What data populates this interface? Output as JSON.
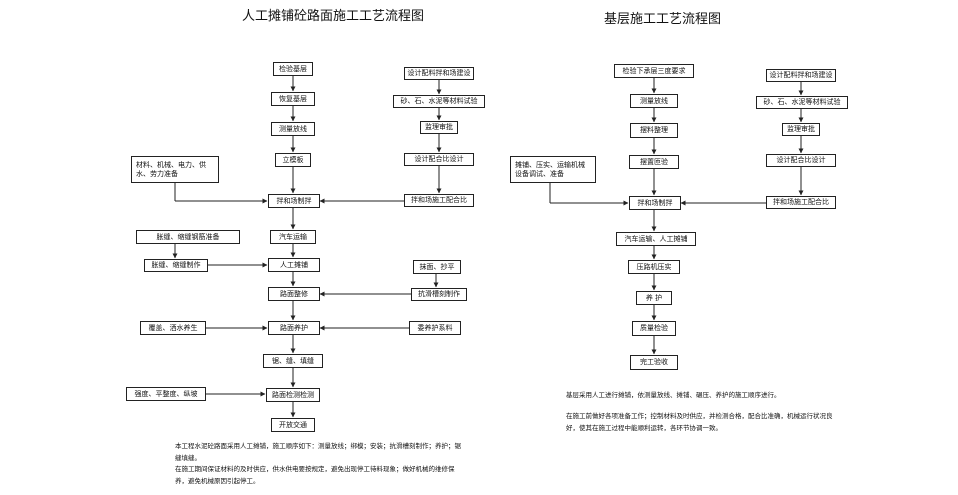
{
  "left": {
    "title": "人工摊铺砼路面施工工艺流程图",
    "main": [
      "检验基层",
      "恢复基层",
      "测量放线",
      "立模板",
      "拌和场制拌",
      "汽车运输",
      "人工摊铺",
      "路面整修",
      "路面养护",
      "锯、缝、填缝",
      "路面检测检测",
      "开放交通"
    ],
    "right": [
      "设计配料拌和场建设",
      "砂、石、水泥等材料试验",
      "监理审批",
      "设计配合比设计",
      "拌和场施工配合比"
    ],
    "side": [
      "材料、机械、电力、供水、劳力准备",
      "胀缝、缩缝钢筋准备",
      "胀缝、缩缝制作",
      "覆盖、洒水养生",
      "强度、平整度、纵坡"
    ],
    "side_right": [
      "抹面、抄平",
      "抗滑槽刻制作",
      "委养护系料"
    ],
    "note": [
      "本工程水泥砼路面采用人工摊铺，施工顺序如下：测量放线；绑模；安装；抗滑槽刻制作；养护；锯缝填缝。",
      "在施工期间保证材料的及时供应，供水供电要按规定，避免出现停工待料现象；做好机械的维修保养，避免机械原因引起停工。"
    ]
  },
  "right": {
    "title": "基层施工工艺流程图",
    "main": [
      "检验下承层三度要求",
      "测量放线",
      "摆料整理",
      "摆置匝验",
      "拌和场制拌",
      "汽车运输、人工摊铺",
      "压路机压实",
      "养   护",
      "质量检验",
      "完工验收"
    ],
    "right": [
      "设计配料拌和场建设",
      "砂、石、水泥等材料试验",
      "监理审批",
      "设计配合比设计",
      "拌和场施工配合比"
    ],
    "side": [
      "摊铺、压实、运输机械设备调试、准备"
    ],
    "note": [
      "基层采用人工进行摊铺，依测量放线、摊铺、碾压、养护的施工顺序进行。",
      "在施工前做好各项准备工作；控制材料及时供应，并检测合格，配合比准确，机械运行状况良好，使其在施工过程中能顺利运转，各环节协调一致。"
    ]
  }
}
